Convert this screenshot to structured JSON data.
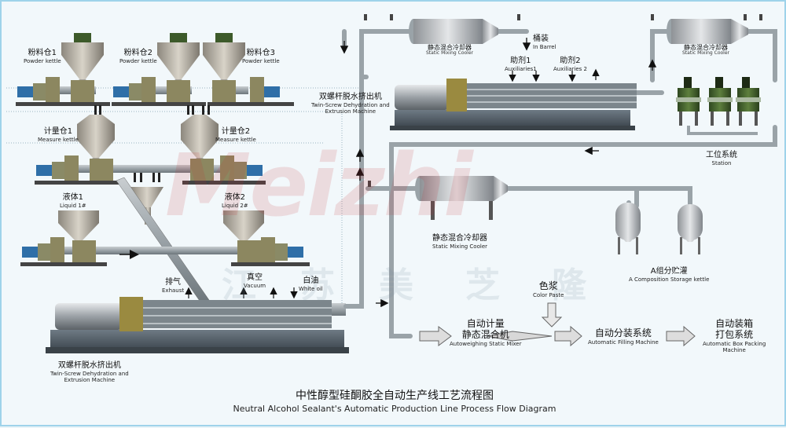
{
  "title": {
    "zh": "中性醇型硅酮胶全自动生产线工艺流程图",
    "en": "Neutral Alcohol Sealant's Automatic Production Line Process Flow Diagram"
  },
  "watermark": {
    "brand": "Meizhi",
    "cn_chars": [
      "江",
      "苏",
      "美",
      "芝",
      "隆"
    ]
  },
  "colors": {
    "pipe": "#9aa3a8",
    "machine": "#6b747a",
    "accent": "#2f6fa8",
    "brand_red": "#c8282f",
    "hopper": "#c9c3b8",
    "green": "#3d5a2a"
  },
  "labels": {
    "powder1": {
      "zh": "粉料仓1",
      "en": "Powder kettle"
    },
    "powder2": {
      "zh": "粉料仓2",
      "en": "Powder kettle"
    },
    "powder3": {
      "zh": "粉料仓3",
      "en": "Powder kettle"
    },
    "measure1": {
      "zh": "计量仓1",
      "en": "Measure kettle"
    },
    "measure2": {
      "zh": "计量仓2",
      "en": "Measure kettle"
    },
    "liquid1": {
      "zh": "液体1",
      "en": "Liquid 1#"
    },
    "liquid2": {
      "zh": "液体2",
      "en": "Liquid 2#"
    },
    "exhaust": {
      "zh": "排气",
      "en": "Exhaust"
    },
    "vacuum": {
      "zh": "真空",
      "en": "Vacuum"
    },
    "whiteoil": {
      "zh": "白油",
      "en": "White oil"
    },
    "extruder_bottom": {
      "zh": "双螺杆脱水挤出机",
      "en1": "Twin-Screw Dehydration and",
      "en2": "Extrusion Machine"
    },
    "extruder_top": {
      "zh": "双螺杆脱水挤出机",
      "en1": "Twin-Screw Dehydration and",
      "en2": "Extrusion Machine"
    },
    "cooler_top": {
      "zh": "静态混合冷却器",
      "en": "Static Mixing Cooler"
    },
    "cooler_right": {
      "zh": "静态混合冷却器",
      "en": "Static Mixing Cooler"
    },
    "cooler_mid": {
      "zh": "静态混合冷却器",
      "en": "Static Mixing Cooler"
    },
    "barrel": {
      "zh": "桶装",
      "en": "In Barrel"
    },
    "aux1": {
      "zh": "助剂1",
      "en": "Auxiliaries1"
    },
    "aux2": {
      "zh": "助剂2",
      "en": "Auxiliaries 2"
    },
    "station": {
      "zh": "工位系统",
      "en": "Station"
    },
    "storage": {
      "zh": "A组分贮灌",
      "en": "A Composition Storage kettle"
    },
    "color_paste": {
      "zh": "色浆",
      "en": "Color Paste"
    },
    "auto_weigh": {
      "zh1": "自动计量",
      "zh2": "静态混合机",
      "en": "Autoweighing Static Mixer"
    },
    "auto_fill": {
      "zh": "自动分装系统",
      "en": "Automatic Filling Machine"
    },
    "auto_box": {
      "zh1": "自动装箱",
      "zh2": "打包系统",
      "en1": "Automatic Box Packing",
      "en2": "Machine"
    }
  }
}
